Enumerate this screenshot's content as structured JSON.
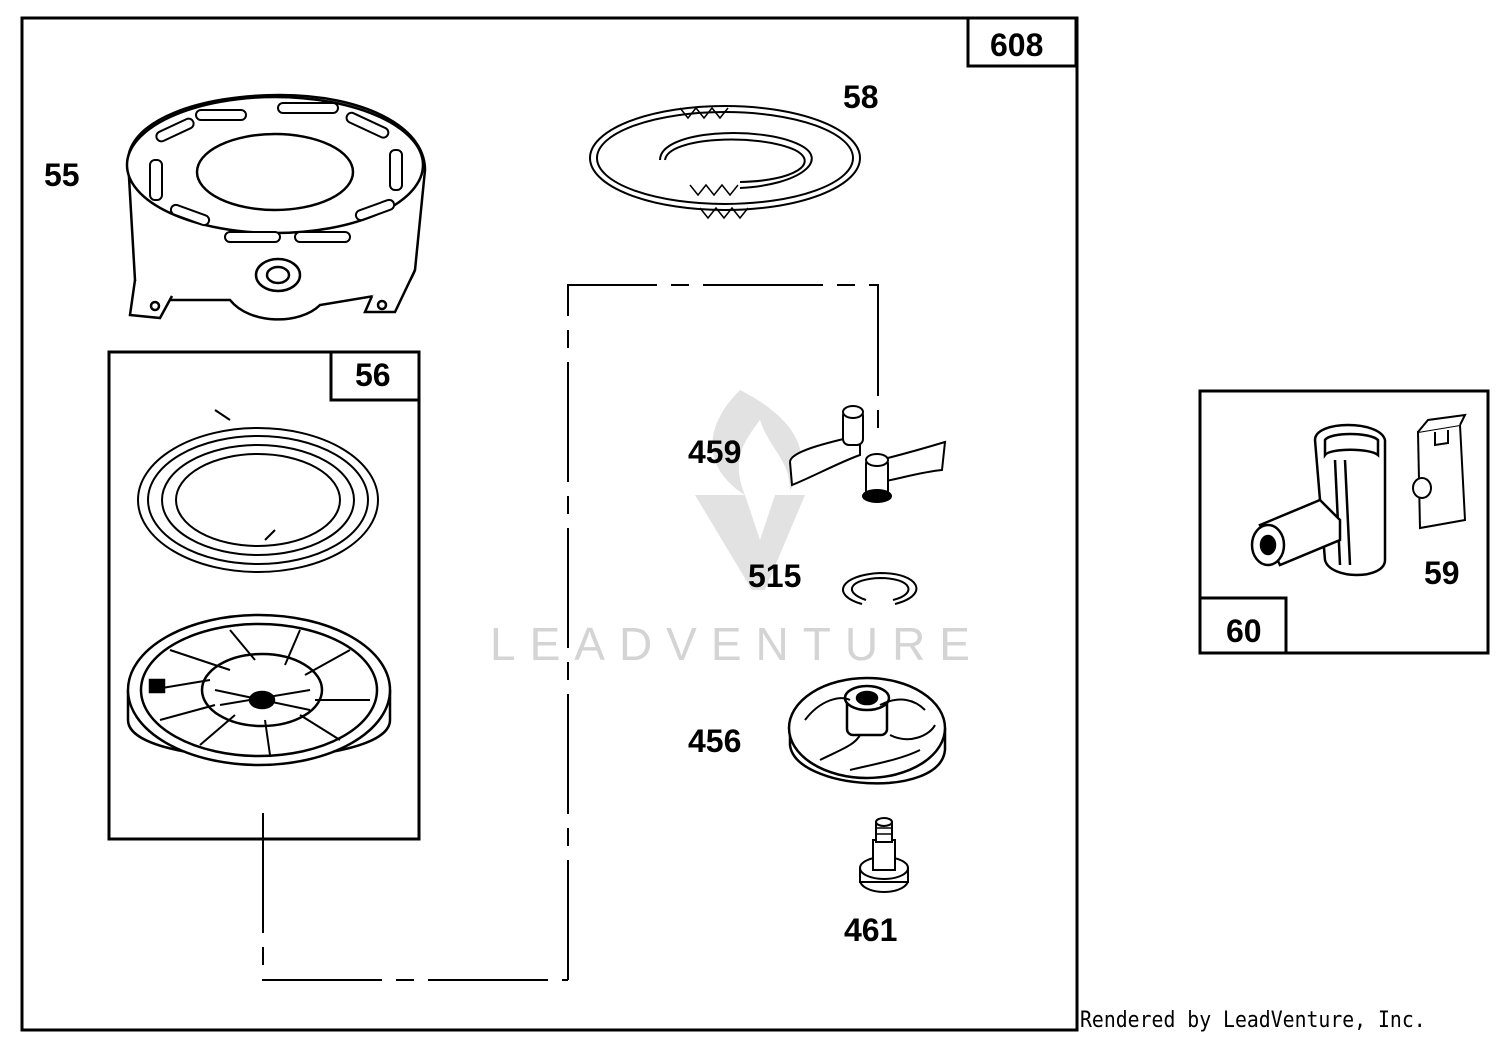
{
  "kit_labels": {
    "main_kit": "608",
    "spring_pulley_kit": "56",
    "handle_kit": "60"
  },
  "part_labels": {
    "housing": "55",
    "rope": "58",
    "pawls": "459",
    "retainer_ring": "515",
    "pawl_retainer": "456",
    "screw": "461",
    "insert": "59"
  },
  "watermark": "LEADVENTURE",
  "footer_credit": "Rendered by LeadVenture, Inc.",
  "icons": {
    "watermark_logo": "flame-v-logo-icon"
  }
}
